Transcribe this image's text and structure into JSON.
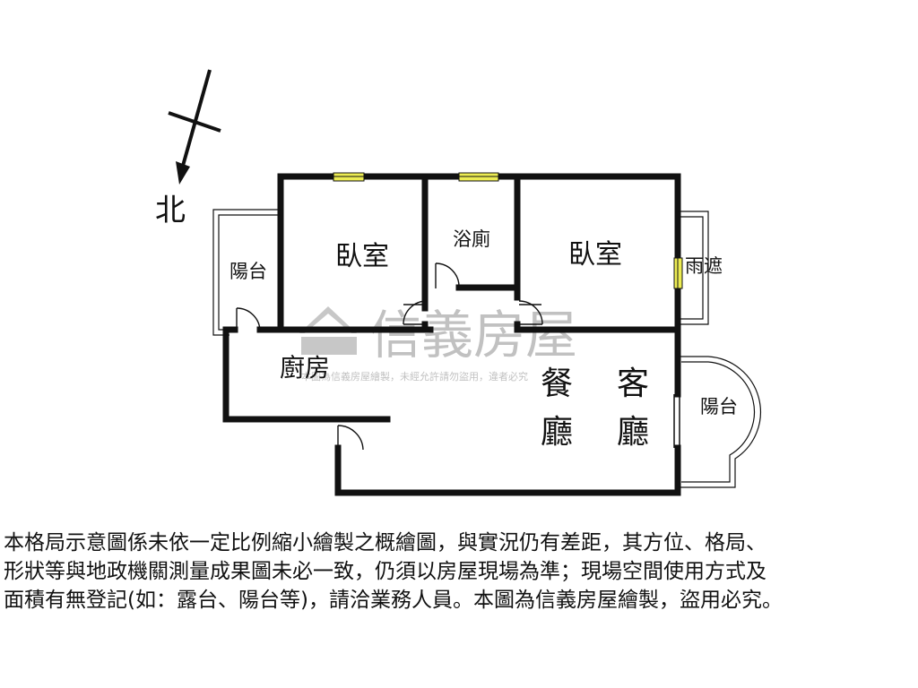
{
  "compass": {
    "north_label": "北"
  },
  "rooms": {
    "balcony_west": "陽台",
    "bedroom_1": "臥室",
    "bathroom": "浴廁",
    "bedroom_2": "臥室",
    "canopy": "雨遮",
    "kitchen": "廚房",
    "dining_char1": "餐",
    "dining_char2": "廳",
    "living_char1": "客",
    "living_char2": "廳",
    "balcony_east": "陽台"
  },
  "watermark": {
    "brand": "信義房屋",
    "notice": "本圖為信義房屋繪製，未經允許請勿盜用，違者必究"
  },
  "disclaimer": {
    "line1": "本格局示意圖係未依一定比例縮小繪製之概繪圖，與實況仍有差距，其方位、格局、",
    "line2": "形狀等與地政機關測量成果圖未必一致，仍須以房屋現場為準；現場空間使用方式及",
    "line3": "面積有無登記(如：露台、陽台等)，請洽業務人員。本圖為信義房屋繪製，盜用必究。"
  },
  "colors": {
    "wall": "#111111",
    "window": "#ecec52",
    "watermark": "#b8b8b8"
  }
}
